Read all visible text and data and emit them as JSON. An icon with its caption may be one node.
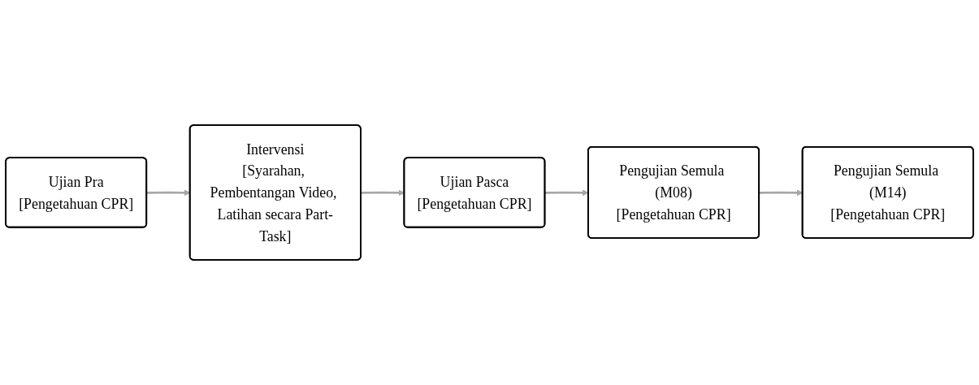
{
  "diagram": {
    "nodes": [
      {
        "text": [
          "Ujian Pra",
          "[Pengetahuan CPR]"
        ]
      },
      {
        "text": [
          "Intervensi",
          "[Syarahan, Pembentangan Video, Latihan secara Part-Task]"
        ]
      },
      {
        "text": [
          "Ujian Pasca",
          "[Pengetahuan CPR]"
        ]
      },
      {
        "text": [
          "Pengujian Semula (M08)",
          "[Pengetahuan CPR]"
        ]
      },
      {
        "text": [
          "Pengujian Semula (M14)",
          "[Pengetahuan CPR]"
        ]
      }
    ],
    "edges": [
      {
        "from": 0,
        "to": 1,
        "arrow": "to"
      },
      {
        "from": 1,
        "to": 2,
        "arrow": "to"
      },
      {
        "from": 2,
        "to": 3,
        "arrow": "to"
      },
      {
        "from": 3,
        "to": 4,
        "arrow": "to"
      }
    ]
  }
}
